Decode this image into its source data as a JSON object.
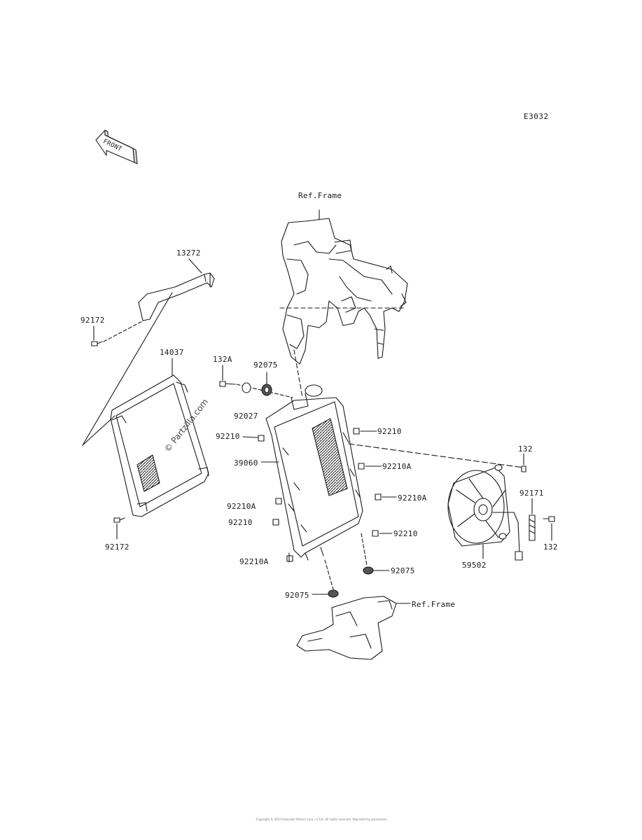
{
  "diagram_code": "E3032",
  "front_marker": "FRONT",
  "watermark": "© Partzilla.com",
  "copyright": "Copyright © 2015 Kawasaki Motors Corp., U.S.A. All rights reserved. Reprinted by permission.",
  "labels": {
    "ref_frame_top": "Ref.Frame",
    "ref_frame_bottom": "Ref.Frame",
    "p13272": "13272",
    "p92172_top": "92172",
    "p92172_bottom": "92172",
    "p14037": "14037",
    "p132A": "132A",
    "p92075_top": "92075",
    "p92027": "92027",
    "p92210_left": "92210",
    "p92210_right_top": "92210",
    "p39060": "39060",
    "p92210A_right": "92210A",
    "p92210A_right2": "92210A",
    "p92210A_left": "92210A",
    "p92210_left2": "92210",
    "p92210_right2": "92210",
    "p92210A_bottom": "92210A",
    "p92075_right": "92075",
    "p92075_bottom": "92075",
    "p132_top": "132",
    "p92171": "92171",
    "p132_bottom": "132",
    "p59502": "59502"
  }
}
